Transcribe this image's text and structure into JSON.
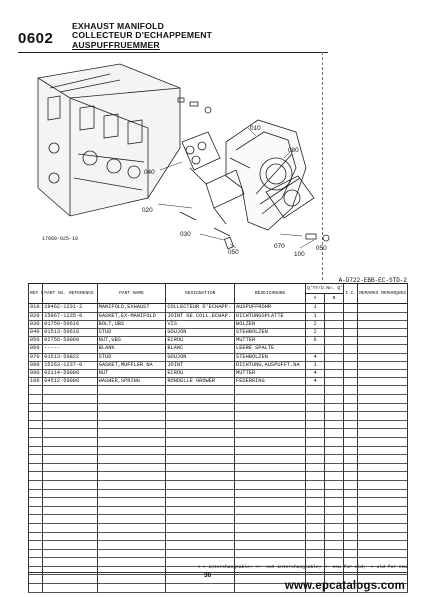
{
  "header": {
    "section": "0602",
    "title_en": "EXHAUST MANIFOLD",
    "title_fr": "COLLECTEUR D'ECHAPPEMENT",
    "title_de": "AUSPUFFRUEMMER"
  },
  "diagram": {
    "code": "17060-025-10",
    "callouts": [
      "010",
      "080",
      "040",
      "020",
      "030",
      "050",
      "070",
      "100",
      "050"
    ]
  },
  "page_code": "A-D722-EBB-EC-STD-2",
  "table": {
    "headers": {
      "no": "REF No. REF.No. BILD-Nr.",
      "part": "PART No. REFERENCE BESTELL-Nr.",
      "name": "PART NAME",
      "des": "DESIGNATION",
      "bez": "BEZEICHNUNG",
      "qty": "Q'TY/U.No. Q'TE/No.C. STUECK/U.Nr.",
      "a": "A",
      "b": "B",
      "ic": "I.C.",
      "rem": "REMARKS REMARQUES BEMERKUNGEN"
    },
    "rows": [
      {
        "no": "010",
        "part": "19462-1231-2",
        "name": "MANIFOLD,EXHAUST",
        "des": "COLLECTEUR D'ECHAPP.",
        "bez": "AUSPUFFROHR",
        "a": "1",
        "b": "",
        "ic": "",
        "rem": ""
      },
      {
        "no": "020",
        "part": "15867-1235-0",
        "name": "GASKET,EX-MANIFOLD",
        "des": "JOINT DE COLL.ECHAP.",
        "bez": "DICHTUNGSPLATTE",
        "a": "1",
        "b": "",
        "ic": "",
        "rem": ""
      },
      {
        "no": "030",
        "part": "01759-50616",
        "name": "BOLT,UBS",
        "des": "VIS",
        "bez": "BOLZEN",
        "a": "2",
        "b": "",
        "ic": "",
        "rem": ""
      },
      {
        "no": "040",
        "part": "01513-50618",
        "name": "STUD",
        "des": "GOUJON",
        "bez": "STEHBOLZEN",
        "a": "2",
        "b": "",
        "ic": "",
        "rem": ""
      },
      {
        "no": "050",
        "part": "02756-50060",
        "name": "NUT,UBS",
        "des": "ECROU",
        "bez": "MUTTER",
        "a": "6",
        "b": "",
        "ic": "",
        "rem": ""
      },
      {
        "no": "060",
        "part": "-----",
        "name": "BLANK",
        "des": "BLANC",
        "bez": "LEERE SPALTE",
        "a": "",
        "b": "",
        "ic": "",
        "rem": ""
      },
      {
        "no": "070",
        "part": "01513-50822",
        "name": "STUD",
        "des": "GOUJON",
        "bez": "STEHBOLZEN",
        "a": "4",
        "b": "",
        "ic": "",
        "rem": ""
      },
      {
        "no": "080",
        "part": "15263-1237-0",
        "name": "GASKET,MUFFLER NA",
        "des": "JOINT",
        "bez": "DICHTUNG,AUSPUFFT.NA",
        "a": "1",
        "b": "",
        "ic": "",
        "rem": ""
      },
      {
        "no": "090",
        "part": "02114-50080",
        "name": "NUT",
        "des": "ECROU",
        "bez": "MUTTER",
        "a": "4",
        "b": "",
        "ic": "",
        "rem": ""
      },
      {
        "no": "100",
        "part": "04512-50080",
        "name": "WASHER,SPRING",
        "des": "RONDELLE GROWER",
        "bez": "FEDERRING",
        "a": "4",
        "b": "",
        "ic": "",
        "rem": ""
      }
    ]
  },
  "legend": "<-> interchangeable; <+- not interchangeable; <- new for old; -> old for new",
  "page_number": "36",
  "footer_url": "www.epcatalogs.com"
}
